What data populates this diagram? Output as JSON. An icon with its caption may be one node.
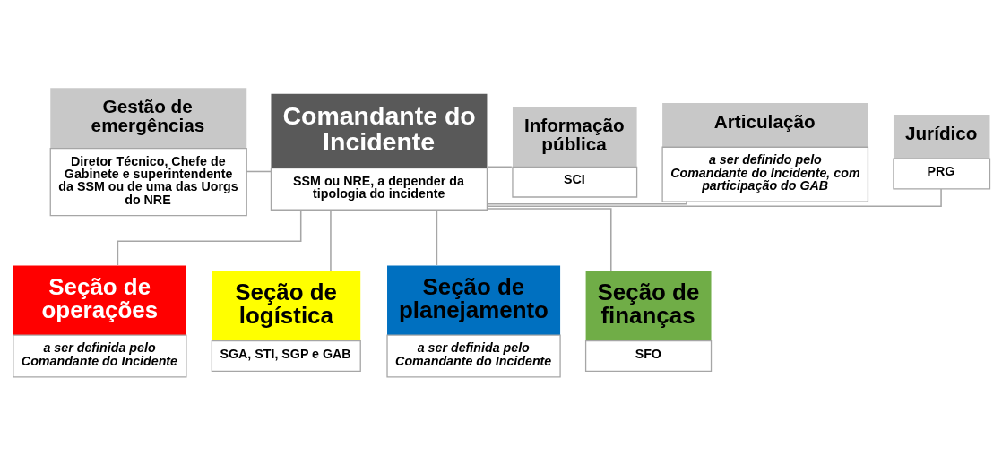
{
  "diagram": {
    "nodes": [
      {
        "text": [
          "Gestão de emergências",
          "Diretor Técnico, Chefe de Gabinete e superintendente da SSM ou de uma das Uorgs do NRE"
        ]
      },
      {
        "text": [
          "Comandante do Incidente",
          "SSM ou NRE, a depender da tipologia do incidente"
        ]
      },
      {
        "text": [
          "Informação pública",
          "SCI"
        ]
      },
      {
        "text": [
          "Articulação",
          "a ser definido pelo Comandante do Incidente, com participação do GAB"
        ]
      },
      {
        "text": [
          "Jurídico",
          "PRG"
        ]
      },
      {
        "text": [
          "Seção de operações",
          "a ser definida pelo Comandante do Incidente"
        ]
      },
      {
        "text": [
          "Seção de logística",
          "SGA, STI, SGP e GAB"
        ]
      },
      {
        "text": [
          "Seção de planejamento",
          "a ser definida pelo Comandante do Incidente"
        ]
      },
      {
        "text": [
          "Seção de finanças",
          "SFO"
        ]
      }
    ],
    "edges": [
      {
        "from": 1,
        "to": 0,
        "arrow": "none"
      },
      {
        "from": 1,
        "to": 2,
        "arrow": "none"
      },
      {
        "from": 1,
        "to": 3,
        "arrow": "none"
      },
      {
        "from": 1,
        "to": 4,
        "arrow": "none"
      },
      {
        "from": 1,
        "to": 5,
        "arrow": "none"
      },
      {
        "from": 1,
        "to": 6,
        "arrow": "none"
      },
      {
        "from": 1,
        "to": 7,
        "arrow": "none"
      },
      {
        "from": 1,
        "to": 8,
        "arrow": "none"
      }
    ]
  }
}
